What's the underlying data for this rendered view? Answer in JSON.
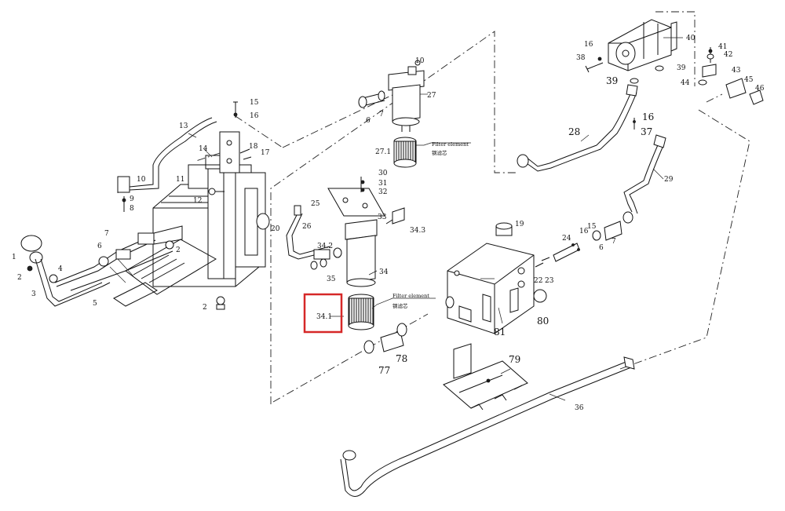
{
  "labels": {
    "filter_element_1": "Filter element",
    "filter_element_1_cn": "钢滤芯",
    "filter_element_2": "Filter element",
    "filter_element_2_cn": "钢滤芯",
    "p1": "1",
    "p2a": "2",
    "p2b": "2",
    "p2c": "2",
    "p3": "3",
    "p4": "4",
    "p5": "5",
    "p6a": "6",
    "p6b": "6",
    "p6c": "6",
    "p7a": "7",
    "p7b": "7",
    "p7c": "7",
    "p8": "8",
    "p9": "9",
    "p10a": "10",
    "p10b": "10",
    "p11": "11",
    "p12": "12",
    "p13": "13",
    "p14": "14",
    "p15a": "15",
    "p15b": "15",
    "p16a": "16",
    "p16b": "16",
    "p16c": "16",
    "p16d": "16",
    "p17": "17",
    "p18": "18",
    "p19": "19",
    "p20": "20",
    "p22": "22",
    "p23": "23",
    "p24": "24",
    "p25": "25",
    "p26": "26",
    "p27": "27",
    "p27_1": "27.1",
    "p28": "28",
    "p29": "29",
    "p30": "30",
    "p31": "31",
    "p32": "32",
    "p33": "33",
    "p34": "34",
    "p34_1": "34.1",
    "p34_2": "34.2",
    "p34_3": "34.3",
    "p35": "35",
    "p36": "36",
    "p37": "37",
    "p38": "38",
    "p39a": "39",
    "p39b": "39",
    "p40": "40",
    "p41": "41",
    "p42": "42",
    "p43": "43",
    "p44": "44",
    "p45": "45",
    "p46": "46",
    "p77": "77",
    "p78": "78",
    "p79": "79",
    "p80": "80",
    "p81": "81"
  },
  "colors": {
    "line": "#111111",
    "highlight": "#d62828",
    "background": "#ffffff"
  }
}
